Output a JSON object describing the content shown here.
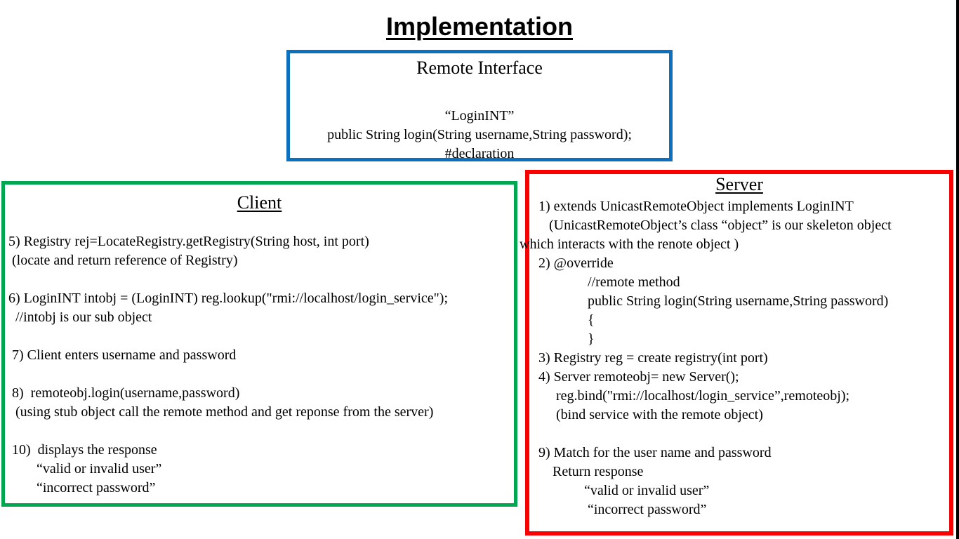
{
  "title": "Implementation",
  "colors": {
    "blue": "#0c70bd",
    "green": "#00a650",
    "red": "#fb0000",
    "edge": "#000000",
    "text": "#000000"
  },
  "remote_interface": {
    "heading": "Remote Interface",
    "lines": [
      "“LoginINT”",
      "public String login(String username,String password);",
      "#declaration"
    ]
  },
  "client": {
    "heading": "Client",
    "lines": [
      "5) Registry rej=LocateRegistry.getRegistry(String host, int port)",
      " (locate and return reference of Registry)",
      "",
      "6) LoginINT intobj = (LoginINT) reg.lookup(\"rmi://localhost/login_service\");",
      "  //intobj is our sub object",
      "",
      " 7) Client enters username and password",
      "",
      " 8)  remoteobj.login(username,password)",
      "  (using stub object call the remote method and get reponse from the server)",
      "",
      " 10)  displays the response",
      "        “valid or invalid user”",
      "        “incorrect password”"
    ]
  },
  "server": {
    "heading": "Server",
    "lines": [
      " 1) extends UnicastRemoteObject implements LoginINT",
      "    (UnicastRemoteObject’s class “object” is our skeleton object",
      "which interacts with the renote object )",
      " 2) @override",
      "               //remote method",
      "               public String login(String username,String password)",
      "               {",
      "               }",
      " 3) Registry reg = create registry(int port)",
      " 4) Server remoteobj= new Server();",
      "      reg.bind(\"rmi://localhost/login_service”,remoteobj);",
      "      (bind service with the remote object)",
      "",
      " 9) Match for the user name and password",
      "     Return response",
      "              “valid or invalid user”",
      "               “incorrect password”"
    ]
  }
}
